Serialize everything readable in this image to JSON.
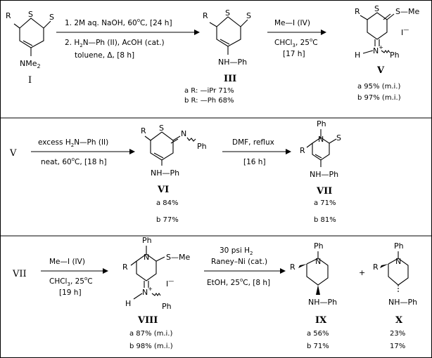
{
  "row1": {
    "cmpd_I": {
      "R": "R",
      "S1": "S",
      "S2": "S",
      "sub": "NMe",
      "sub2": "2",
      "label": "I"
    },
    "step1": {
      "l1": "1. 2M aq. NaOH, 60",
      "l1deg": "o",
      "l1b": "C, [24 h]",
      "l2a": "2. H",
      "l2sub": "2",
      "l2b": "N—Ph  (II), AcOH (cat.)",
      "l3": "toluene, Δ, [8 h]"
    },
    "cmpd_III": {
      "R": "R",
      "S1": "S",
      "S2": "S",
      "sub": "NH—Ph",
      "label": "III",
      "ya": "a R: —iPr  71%",
      "yb": "b R: —Ph   68%"
    },
    "step2": {
      "reagent": "Me—I  (IV)",
      "solv": "CHCl",
      "solvsub": "3",
      "solvb": ", 25",
      "deg": "o",
      "solvc": "C",
      "time": "[17 h]"
    },
    "cmpd_V": {
      "R": "R",
      "S1": "S",
      "SMe": "S—Me",
      "Nplus": "N",
      "plus": "+",
      "H": "H",
      "Ph": "Ph",
      "iodide": "I",
      "iminus": "—",
      "label": "V",
      "ya": "a 95% (m.i.)",
      "yb": "b 97% (m.i.)"
    }
  },
  "row2": {
    "start": "V",
    "step3": {
      "l1a": "excess H",
      "l1sub": "2",
      "l1b": "N—Ph  (II)",
      "l2a": "neat, 60",
      "deg": "o",
      "l2b": "C, [18 h]"
    },
    "cmpd_VI": {
      "R": "R",
      "S": "S",
      "N": "N",
      "Ph": "Ph",
      "sub": "NH—Ph",
      "label": "VI",
      "ya": "a 84%",
      "yb": "b 77%"
    },
    "step4": {
      "l1": "DMF, reflux",
      "l2": "[16 h]"
    },
    "cmpd_VII": {
      "Ph": "Ph",
      "R": "R",
      "N": "N",
      "S": "S",
      "sub": "NH—Ph",
      "label": "VII",
      "ya": "a 71%",
      "yb": "b 81%"
    }
  },
  "row3": {
    "start": "VII",
    "step5": {
      "reagent": "Me—I  (IV)",
      "solv": "CHCl",
      "solvsub": "3",
      "solvb": ", 25",
      "deg": "o",
      "solvc": "C",
      "time": "[19 h]"
    },
    "cmpd_VIII": {
      "Ph": "Ph",
      "R": "R",
      "N": "N",
      "SMe": "S—Me",
      "Nplus": "N",
      "plus": "+",
      "H": "H",
      "Ph2": "Ph",
      "iodide": "I",
      "iminus": "—",
      "label": "VIII",
      "ya": "a 87% (m.i.)",
      "yb": "b 98% (m.i.)"
    },
    "step6": {
      "l1a": "30 psi H",
      "l1sub": "2",
      "l2": "Raney–Ni (cat.)",
      "l3a": "EtOH, 25",
      "deg": "o",
      "l3b": "C, [8 h]"
    },
    "cmpd_IX": {
      "Ph": "Ph",
      "R": "R",
      "N": "N",
      "sub": "NH—Ph",
      "label": "IX",
      "ya": "a 56%",
      "yb": "b 71%"
    },
    "plus": "+",
    "cmpd_X": {
      "Ph": "Ph",
      "R": "R",
      "N": "N",
      "sub": "NH—Ph",
      "label": "X",
      "ya": "23%",
      "yb": "17%"
    }
  }
}
